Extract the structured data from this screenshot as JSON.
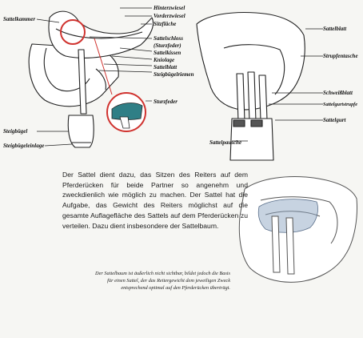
{
  "diagram": {
    "left_saddle_labels": {
      "sattelkammer": "Sattelkammer",
      "hinterzwiesel": "Hinterzwiesel",
      "vorderzwiesel": "Vorderzwiesel",
      "sitzflaeche": "Sitzfläche",
      "sattelschloss": "Sattelschloss",
      "sturzfeder_paren": "(Sturzfeder)",
      "sattelkissen": "Sattelkissen",
      "kniolage": "Kniolage",
      "sattelblatt": "Sattelblatt",
      "steigbuegelriemen": "Steigbügelriemen",
      "sturzfeder": "Sturzfeder",
      "steigbuegel": "Steigbügel",
      "steigbuegeleinlage": "Steigbügeleinlage"
    },
    "right_saddle_labels": {
      "sattelblatt": "Sattelblatt",
      "strupfentasche": "Strupfentasche",
      "schweissblatt": "Schweißblatt",
      "sattelgurtstrupfe": "Sattelgurtstrupfe",
      "sattelgurt": "Sattelgurt",
      "sattelpausche": "Sattelpausche"
    }
  },
  "text": {
    "body": "Der Sattel dient dazu, das Sitzen des Reiters auf dem Pferderücken für beide Partner so angenehm und zweckdienlich wie möglich zu machen. Der Sattel hat die Aufgabe, das Gewicht des Reiters möglichst auf die gesamte Auflagefläche des Sattels auf dem Pferderücken zu verteilen. Dazu dient insbesondere der Sattelbaum.",
    "caption": "Der Sattelbaum ist äußerlich nicht sichtbar, bildet jedoch die Basis für einen Sattel, der das Reitergewicht dem jeweiligen Zweck entsprechend optimal auf den Pferderücken überträgt."
  },
  "colors": {
    "ink": "#222222",
    "accent_red": "#d0332f",
    "teal": "#2f7f86",
    "tree_blue": "#8fa7c4",
    "saddle_fill": "#ffffff"
  }
}
